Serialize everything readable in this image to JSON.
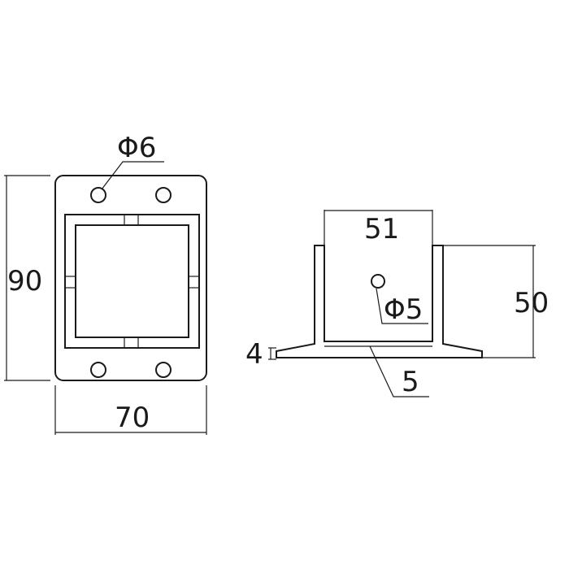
{
  "drawing": {
    "front_view": {
      "hole_diameter_label": "Φ6",
      "height_label": "90",
      "width_label": "70"
    },
    "side_view": {
      "top_width_label": "51",
      "height_label": "50",
      "hole_diameter_label": "Φ5",
      "base_thickness_label": "4",
      "wall_thickness_label": "5"
    }
  }
}
